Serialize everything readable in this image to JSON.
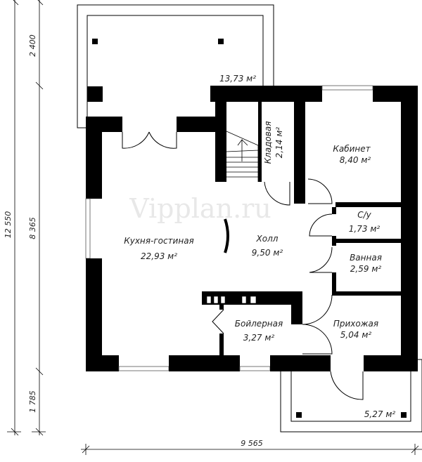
{
  "watermark": "Vipplan.ru",
  "rooms": {
    "terrace_top": {
      "area": "13,73 м²"
    },
    "pantry": {
      "name": "Кладовая",
      "area": "2,14 м²"
    },
    "office": {
      "name": "Кабинет",
      "area": "8,40 м²"
    },
    "wc": {
      "name": "С/у",
      "area": "1,73 м²"
    },
    "kitchen_living": {
      "name": "Кухня-гостиная",
      "area": "22,93 м²"
    },
    "hall": {
      "name": "Холл",
      "area": "9,50 м²"
    },
    "bathroom": {
      "name": "Ванная",
      "area": "2,59 м²"
    },
    "boiler": {
      "name": "Бойлерная",
      "area": "3,27 м²"
    },
    "entrance": {
      "name": "Прихожая",
      "area": "5,04 м²"
    },
    "terrace_bottom": {
      "area": "5,27 м²"
    }
  },
  "dimensions": {
    "total_height": "12 550",
    "terrace_top_depth": "2 400",
    "house_depth": "8 365",
    "terrace_bottom_depth": "1 785",
    "total_width": "9 565"
  }
}
